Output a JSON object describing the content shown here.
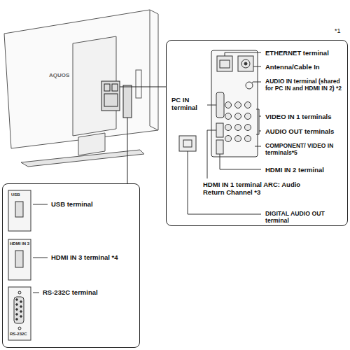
{
  "diagram": {
    "nodes": [
      {
        "text": [
          "ETHERNET terminal",
          "Antenna/Cable In",
          "AUDIO IN terminal (shared for PC IN and HDMI IN 2) *2",
          "VIDEO IN 1 terminals",
          "AUDIO OUT terminals",
          "COMPONENT/ VIDEO IN terminals*5",
          "HDMI IN 2 terminal",
          "PC IN terminal",
          "HDMI IN 1 terminal ARC: Audio Return Channel *3",
          "DIGITAL AUDIO OUT terminal"
        ]
      },
      {
        "text": [
          "USB terminal",
          "HDMI IN 3 terminal *4",
          "RS-232C terminal"
        ]
      }
    ],
    "labels": [
      "*1",
      "AQUOS",
      "USB",
      "HDMI IN 3",
      "RS-232C"
    ]
  }
}
